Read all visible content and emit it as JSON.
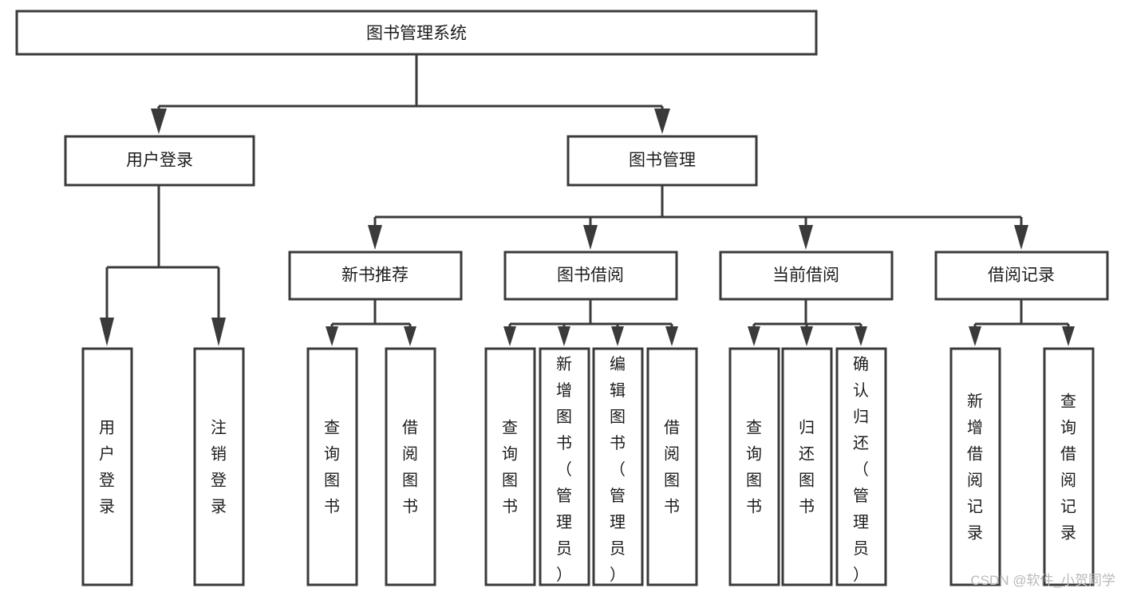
{
  "diagram": {
    "type": "hierarchy-tree",
    "title": "图书管理系统",
    "orientation": "top-down",
    "root": {
      "id": "root",
      "label": "图书管理系统",
      "text_orientation": "horizontal"
    },
    "level2": [
      {
        "id": "user-login",
        "label": "用户登录",
        "text_orientation": "horizontal"
      },
      {
        "id": "book-manage",
        "label": "图书管理",
        "text_orientation": "horizontal"
      }
    ],
    "level3": [
      {
        "id": "new-book-rec",
        "label": "新书推荐",
        "parent": "book-manage",
        "text_orientation": "horizontal"
      },
      {
        "id": "book-borrow",
        "label": "图书借阅",
        "parent": "book-manage",
        "text_orientation": "horizontal"
      },
      {
        "id": "current-borrow",
        "label": "当前借阅",
        "parent": "book-manage",
        "text_orientation": "horizontal"
      },
      {
        "id": "borrow-record",
        "label": "借阅记录",
        "parent": "book-manage",
        "text_orientation": "horizontal"
      }
    ],
    "leaves": [
      {
        "id": "leaf-user-login",
        "label": "用户登录",
        "parent": "user-login",
        "text_orientation": "vertical"
      },
      {
        "id": "leaf-user-logout",
        "label": "注销登录",
        "parent": "user-login",
        "text_orientation": "vertical"
      },
      {
        "id": "leaf-query-book-1",
        "label": "查询图书",
        "parent": "new-book-rec",
        "text_orientation": "vertical"
      },
      {
        "id": "leaf-borrow-book-1",
        "label": "借阅图书",
        "parent": "new-book-rec",
        "text_orientation": "vertical"
      },
      {
        "id": "leaf-query-book-2",
        "label": "查询图书",
        "parent": "book-borrow",
        "text_orientation": "vertical"
      },
      {
        "id": "leaf-add-book",
        "label": "新增图书（管理员）",
        "parent": "book-borrow",
        "text_orientation": "vertical"
      },
      {
        "id": "leaf-edit-book",
        "label": "编辑图书（管理员）",
        "parent": "book-borrow",
        "text_orientation": "vertical"
      },
      {
        "id": "leaf-borrow-book-2",
        "label": "借阅图书",
        "parent": "book-borrow",
        "text_orientation": "vertical"
      },
      {
        "id": "leaf-query-book-3",
        "label": "查询图书",
        "parent": "current-borrow",
        "text_orientation": "vertical"
      },
      {
        "id": "leaf-return-book",
        "label": "归还图书",
        "parent": "current-borrow",
        "text_orientation": "vertical"
      },
      {
        "id": "leaf-confirm-return",
        "label": "确认归还（管理员）",
        "parent": "current-borrow",
        "text_orientation": "vertical"
      },
      {
        "id": "leaf-add-record",
        "label": "新增借阅记录",
        "parent": "borrow-record",
        "text_orientation": "vertical"
      },
      {
        "id": "leaf-query-record",
        "label": "查询借阅记录",
        "parent": "borrow-record",
        "text_orientation": "vertical"
      }
    ]
  },
  "watermark": {
    "text": "CSDN @软件_小贺同学"
  },
  "colors": {
    "background": "#ffffff",
    "box_fill": "#ffffff",
    "box_stroke": "#3a3a3a",
    "connector": "#3a3a3a",
    "label_text": "#1c1c1c",
    "watermark_text": "#b9b9b9"
  }
}
